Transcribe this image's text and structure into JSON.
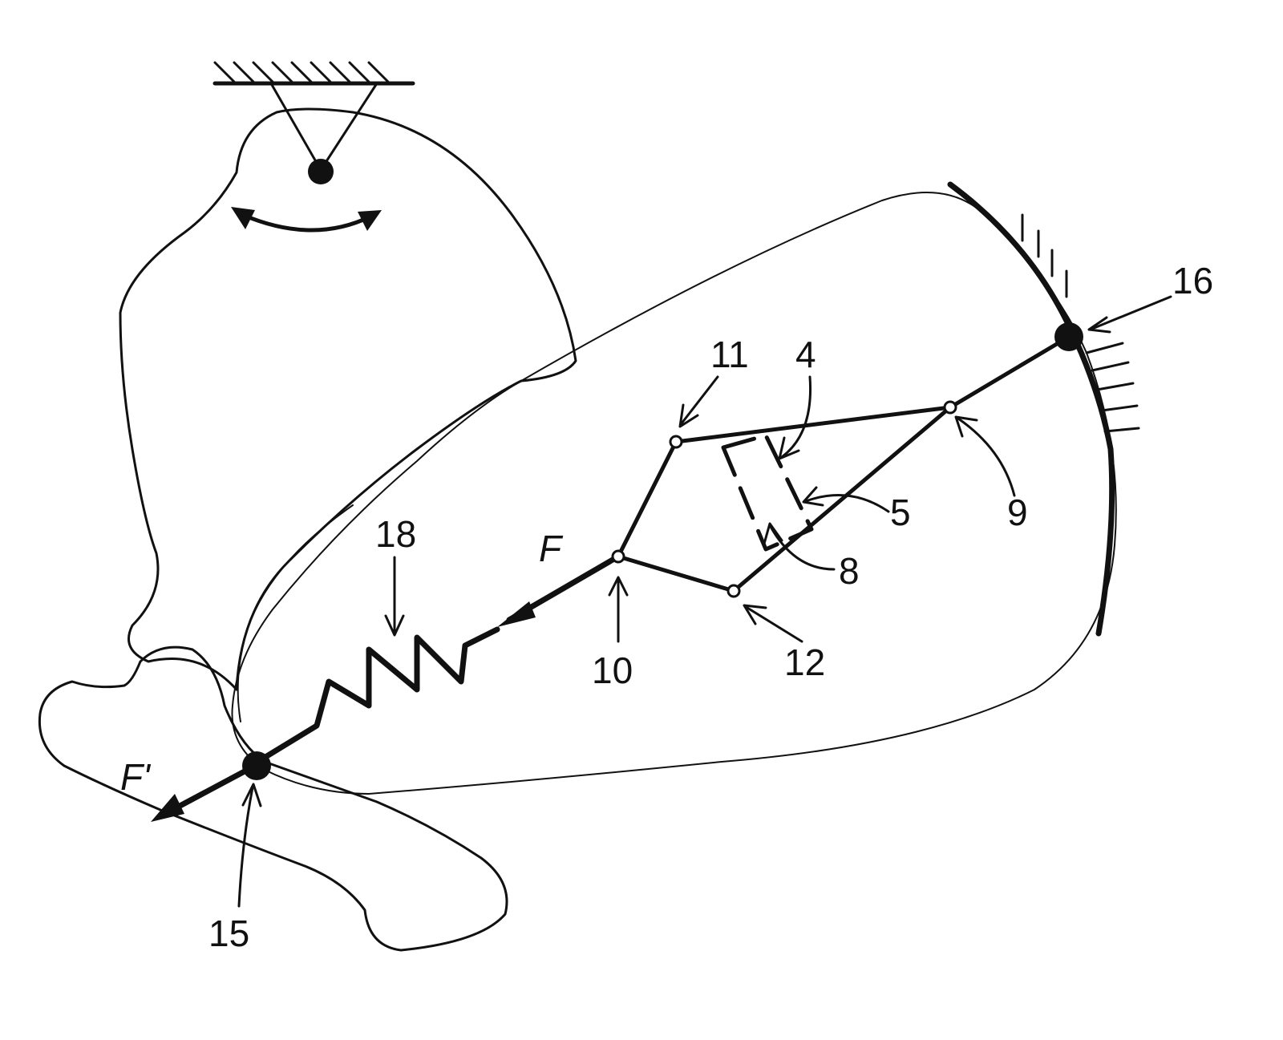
{
  "labels": {
    "l4": "4",
    "l5": "5",
    "l8": "8",
    "l9": "9",
    "l10": "10",
    "l11": "11",
    "l12": "12",
    "l15": "15",
    "l16": "16",
    "l18": "18",
    "force": "F",
    "reaction": "F'"
  }
}
